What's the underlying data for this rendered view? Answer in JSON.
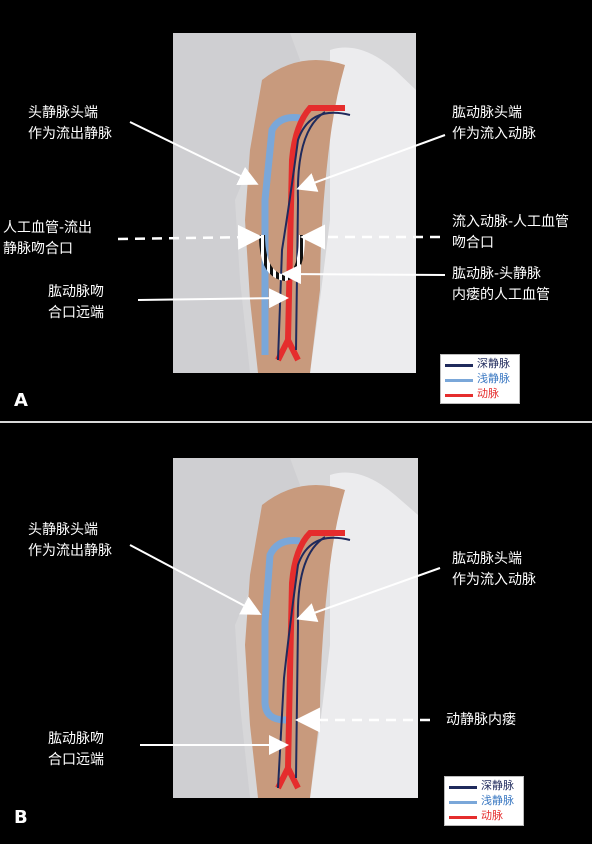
{
  "colors": {
    "deep_vein": "#1f2a5c",
    "superficial_vein": "#7aa7d9",
    "artery": "#e52d2d",
    "background": "#000000"
  },
  "legend": {
    "deep_vein": "深静脉",
    "superficial_vein": "浅静脉",
    "artery": "动脉"
  },
  "panel_a": {
    "label": "A",
    "cephalic_head": [
      "头静脉头端",
      "作为流出静脉"
    ],
    "brachial_head": [
      "肱动脉头端",
      "作为流入动脉"
    ],
    "graft_outflow": [
      "人工血管-流出",
      "静脉吻合口"
    ],
    "inflow_graft": [
      "流入动脉-人工血管",
      "吻合口"
    ],
    "brachial_cephalic_graft": [
      "肱动脉-头静脉",
      "内瘘的人工血管"
    ],
    "distal_anastomosis": [
      "肱动脉吻",
      "合口远端"
    ]
  },
  "panel_b": {
    "label": "B",
    "cephalic_head": [
      "头静脉头端",
      "作为流出静脉"
    ],
    "brachial_head": [
      "肱动脉头端",
      "作为流入动脉"
    ],
    "av_fistula": "动静脉内瘘",
    "distal_anastomosis": [
      "肱动脉吻",
      "合口远端"
    ]
  }
}
